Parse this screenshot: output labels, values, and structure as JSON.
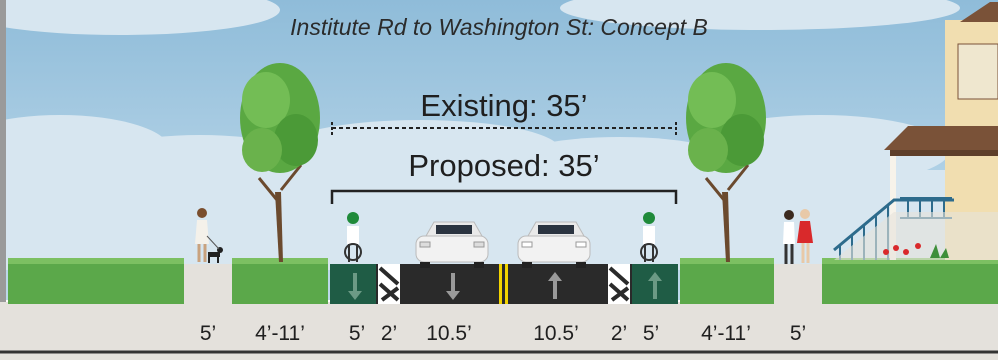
{
  "title": "Institute Rd to Washington St: Concept B",
  "existing_width": "Existing: 35’",
  "proposed_width": "Proposed: 35’",
  "segment_widths": {
    "left_sidewalk": "5’",
    "left_planting_strip": "4’-11’",
    "left_bike_lane": "5’",
    "left_buffer": "2’",
    "left_travel_lane": "10.5’",
    "right_travel_lane": "10.5’",
    "right_buffer": "2’",
    "right_bike_lane": "5’",
    "right_planting_strip": "4’-11’",
    "right_sidewalk": "5’"
  },
  "colors": {
    "sky": "#a9cde3",
    "grass": "#5ba84a",
    "bike_lane": "#1f5c45",
    "travel_lane": "#2a2a2a",
    "center_line": "#f2d300",
    "sidewalk": "#e4e1dc"
  },
  "icons": [
    "tree-icon",
    "car-icon",
    "cyclist-icon",
    "pedestrian-icon",
    "dog-icon",
    "house-icon",
    "lane-arrow-icon"
  ]
}
